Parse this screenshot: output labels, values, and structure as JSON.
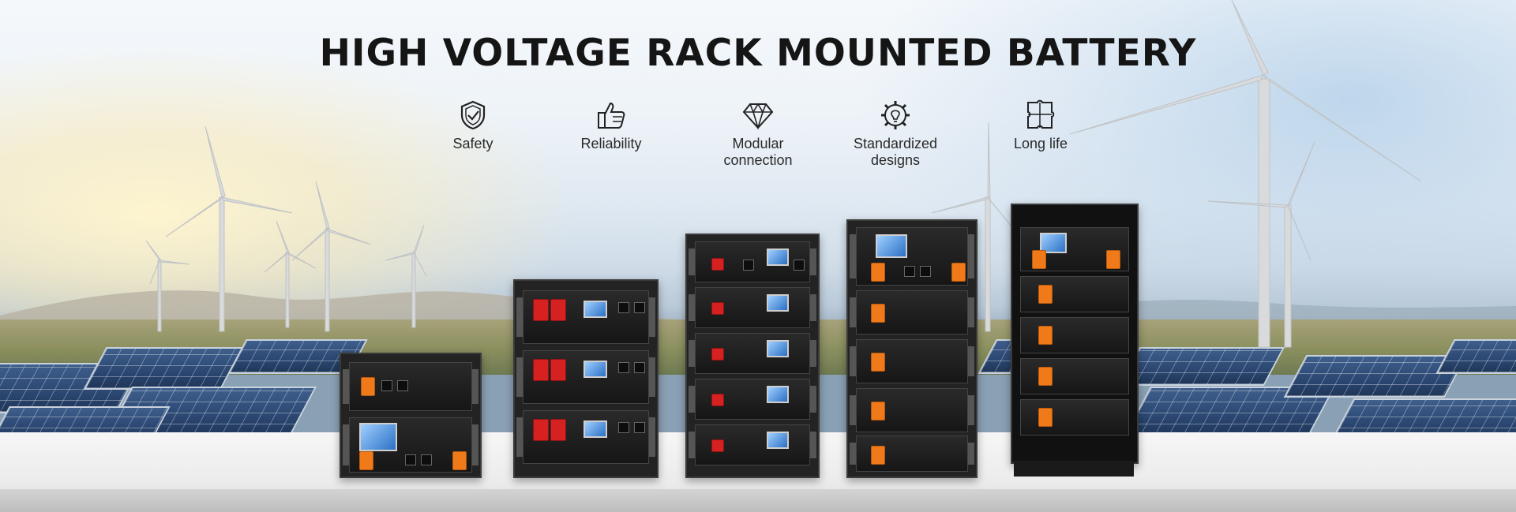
{
  "banner": {
    "title": "HIGH VOLTAGE RACK MOUNTED BATTERY"
  },
  "features": [
    {
      "icon": "shield-check-icon",
      "label": "Safety"
    },
    {
      "icon": "thumbs-up-icon",
      "label": "Reliability"
    },
    {
      "icon": "diamond-icon",
      "label": "Modular\nconnection"
    },
    {
      "icon": "gear-bulb-icon",
      "label": "Standardized\ndesigns"
    },
    {
      "icon": "puzzle-icon",
      "label": "Long life"
    }
  ],
  "colors": {
    "title": "#151515",
    "label": "#2a2a2a",
    "terminal_orange": "#f07a1a",
    "terminal_red": "#d62121",
    "battery_body": "#232323"
  }
}
